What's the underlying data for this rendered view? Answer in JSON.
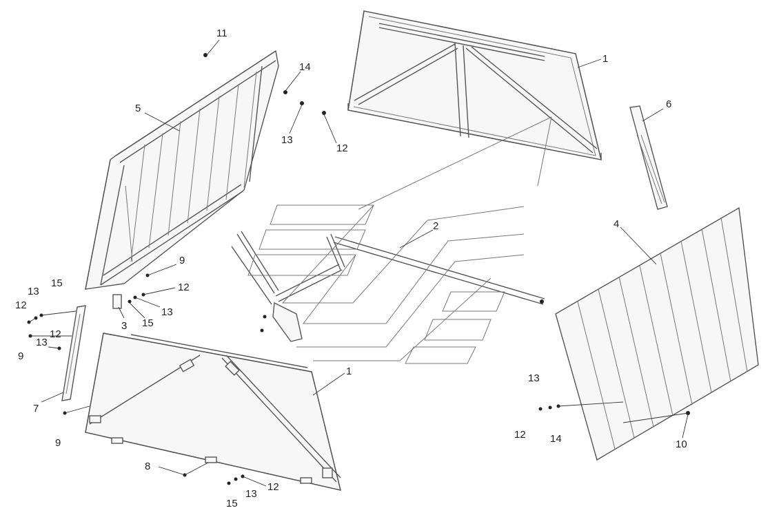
{
  "diagram": {
    "callouts": [
      {
        "id": "c1a",
        "text": "1"
      },
      {
        "id": "c6",
        "text": "6"
      },
      {
        "id": "c11",
        "text": "11"
      },
      {
        "id": "c14a",
        "text": "14"
      },
      {
        "id": "c5",
        "text": "5"
      },
      {
        "id": "c13a",
        "text": "13"
      },
      {
        "id": "c12a",
        "text": "12"
      },
      {
        "id": "c2",
        "text": "2"
      },
      {
        "id": "c4",
        "text": "4"
      },
      {
        "id": "c9a",
        "text": "9"
      },
      {
        "id": "c12b",
        "text": "12"
      },
      {
        "id": "c13b",
        "text": "13"
      },
      {
        "id": "c15a",
        "text": "15"
      },
      {
        "id": "c3",
        "text": "3"
      },
      {
        "id": "c13c",
        "text": "13"
      },
      {
        "id": "c15b",
        "text": "15"
      },
      {
        "id": "c12c",
        "text": "12"
      },
      {
        "id": "c13d",
        "text": "13"
      },
      {
        "id": "c12d",
        "text": "12"
      },
      {
        "id": "c9b",
        "text": "9"
      },
      {
        "id": "c7",
        "text": "7"
      },
      {
        "id": "c9c",
        "text": "9"
      },
      {
        "id": "c1b",
        "text": "1"
      },
      {
        "id": "c8",
        "text": "8"
      },
      {
        "id": "c15c",
        "text": "15"
      },
      {
        "id": "c13e",
        "text": "13"
      },
      {
        "id": "c12e",
        "text": "12"
      },
      {
        "id": "c13f",
        "text": "13"
      },
      {
        "id": "c12f",
        "text": "12"
      },
      {
        "id": "c14b",
        "text": "14"
      },
      {
        "id": "c10",
        "text": "10"
      }
    ]
  }
}
